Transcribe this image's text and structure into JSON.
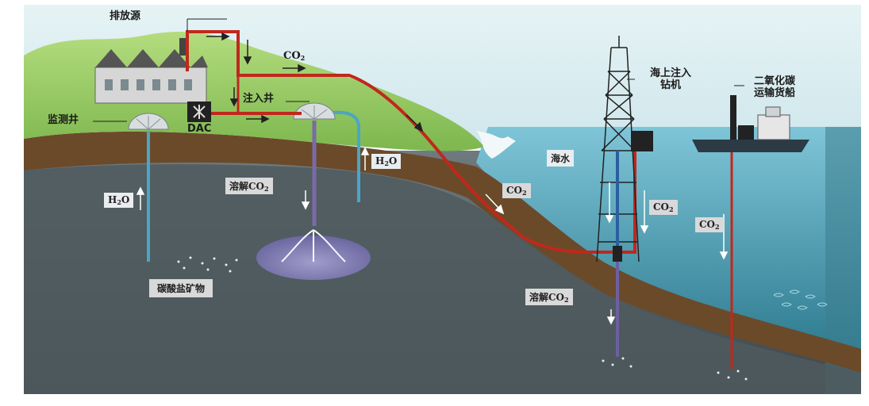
{
  "labels": {
    "emission_source": "排放源",
    "co2_pipeline": "CO",
    "co2_sub": "2",
    "injection_well": "注入井",
    "monitoring_well": "监测井",
    "dac": "DAC",
    "h2o_right": "H",
    "h2o_right_sub": "2",
    "h2o_right_tail": "O",
    "h2o_left": "H",
    "h2o_left_sub": "2",
    "h2o_left_tail": "O",
    "dissolved_co2_onshore": "溶解CO",
    "dissolved_co2_onshore_sub": "2",
    "carbonate_minerals": "碳酸盐矿物",
    "co2_slope": "CO",
    "co2_slope_sub": "2",
    "offshore_rig": "海上注入钻机",
    "offshore_rig_line1": "海上注入",
    "offshore_rig_line2": "钻机",
    "co2_ship_line1": "二氧化碳",
    "co2_ship_line2": "运输货船",
    "seawater": "海水",
    "co2_rig": "CO",
    "co2_rig_sub": "2",
    "co2_ship": "CO",
    "co2_ship_sub": "2",
    "dissolved_co2_offshore": "溶解CO",
    "dissolved_co2_offshore_sub": "2"
  },
  "colors": {
    "pipeline_red": "#c0281c",
    "water_blue": "#4aa6c6",
    "dissolved_purple": "#7b6aa8",
    "grass_green": "#8cc35a",
    "soil_brown": "#6b4a2a",
    "sea_surface": "#9fd7e6",
    "deep_sea": "#2d6f82",
    "rock_grey": "#5b6468"
  }
}
